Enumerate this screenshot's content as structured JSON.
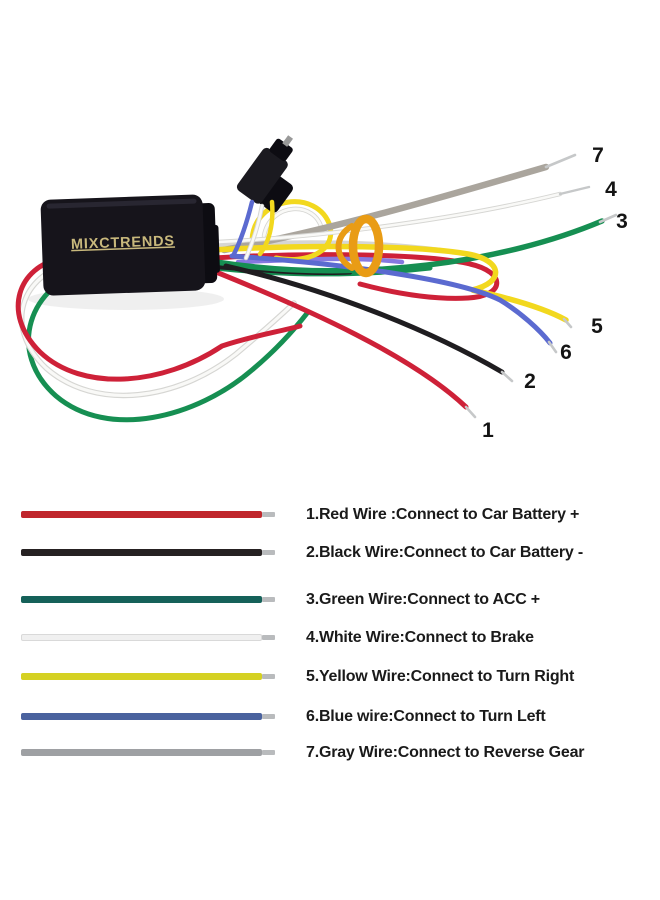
{
  "photo": {
    "brand_label": "MIXCTRENDS",
    "tips": [
      {
        "number": "1",
        "wire": "red"
      },
      {
        "number": "2",
        "wire": "black"
      },
      {
        "number": "3",
        "wire": "green"
      },
      {
        "number": "4",
        "wire": "white"
      },
      {
        "number": "5",
        "wire": "yellow"
      },
      {
        "number": "6",
        "wire": "blue"
      },
      {
        "number": "7",
        "wire": "gray"
      }
    ],
    "palette": {
      "module": "#16141b",
      "module_dark": "#0d0c12",
      "sheen": "#302e3a",
      "brand_gold": "#c8b87c",
      "red": "#ce2138",
      "green": "#168f52",
      "yellow": "#f2d81e",
      "blue": "#5b6ad0",
      "purple": "#8678e0",
      "black_wire": "#1f1d20",
      "gray": "#aaa59d",
      "white_wire": "#f9f9f7",
      "white_edge": "#d6d6d3",
      "orange_tie": "#e99c15",
      "silver_tip": "#c6c8c9",
      "shadow": "#efefef",
      "connector": "#1b1a20",
      "pin_metal": "#999999"
    }
  },
  "legend": {
    "tip_color": "#b9bbbd",
    "items": [
      {
        "number": "1",
        "color_name": "Red",
        "color": "#c0262c",
        "label": "1.Red Wire :Connect to Car Battery +"
      },
      {
        "number": "2",
        "color_name": "Black",
        "color": "#262122",
        "label": "2.Black Wire:Connect to Car Battery -"
      },
      {
        "number": "3",
        "color_name": "Green",
        "color": "#156159",
        "label": "3.Green Wire:Connect to ACC +"
      },
      {
        "number": "4",
        "color_name": "White",
        "color": "#f0f0f0",
        "label": "4.White Wire:Connect to Brake"
      },
      {
        "number": "5",
        "color_name": "Yellow",
        "color": "#d5d122",
        "label": "5.Yellow Wire:Connect to Turn Right"
      },
      {
        "number": "6",
        "color_name": "Blue",
        "color": "#4a629e",
        "label": "6.Blue wire:Connect to Turn Left"
      },
      {
        "number": "7",
        "color_name": "Gray",
        "color": "#9ea0a3",
        "label": "7.Gray Wire:Connect to Reverse Gear"
      }
    ]
  }
}
